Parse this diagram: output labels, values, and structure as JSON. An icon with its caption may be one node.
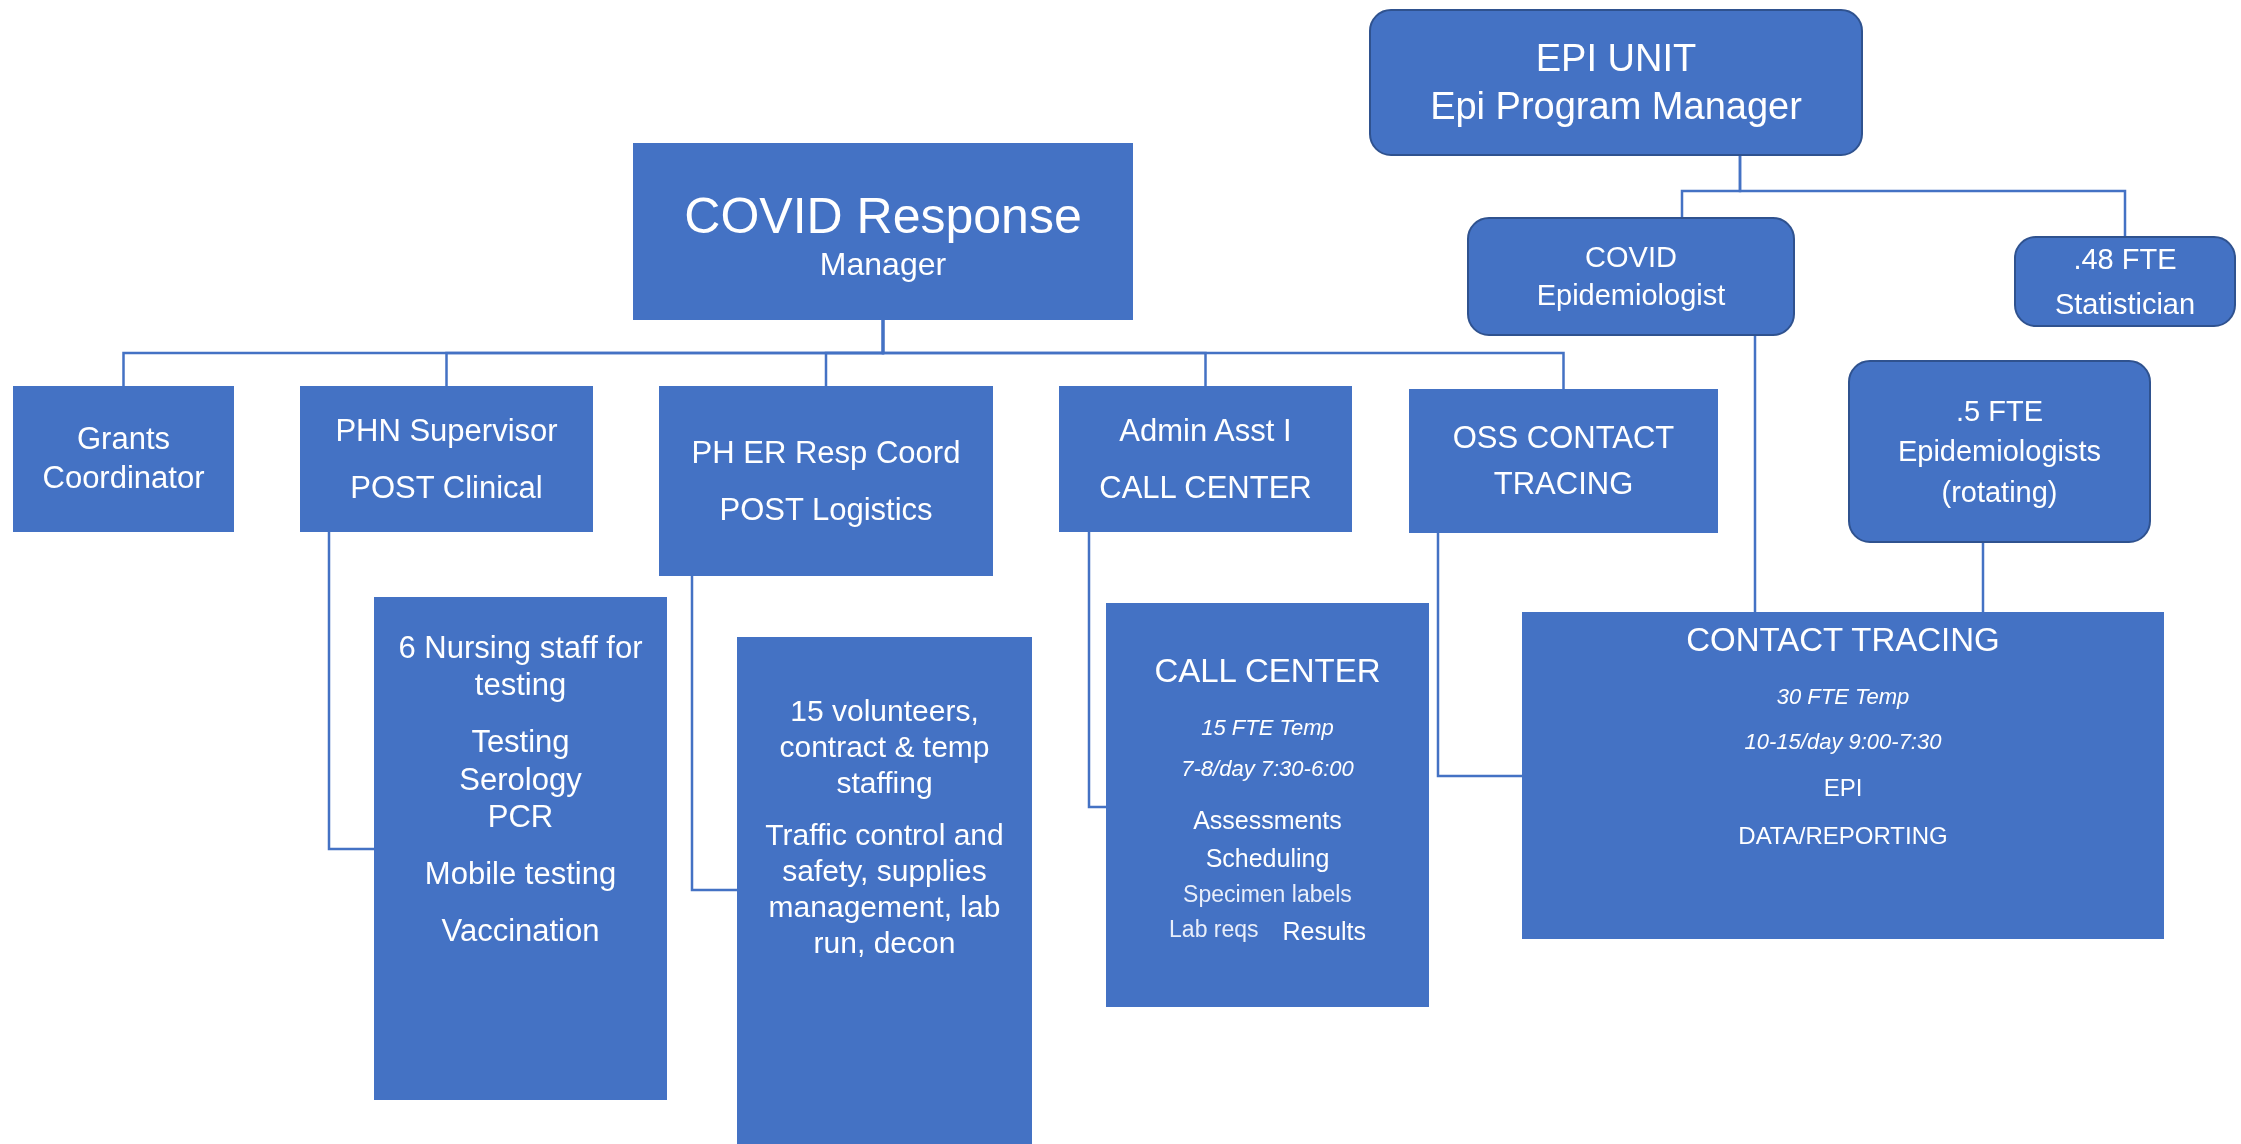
{
  "diagram": {
    "nodes": [
      {
        "text": [
          "COVID Response",
          "Manager"
        ]
      },
      {
        "text": [
          "Grants Coordinator"
        ]
      },
      {
        "text": [
          "PHN Supervisor",
          "POST Clinical"
        ]
      },
      {
        "text": [
          "PH ER Resp Coord",
          "POST Logistics"
        ]
      },
      {
        "text": [
          "Admin Asst I",
          "CALL CENTER"
        ]
      },
      {
        "text": [
          "OSS CONTACT TRACING"
        ]
      },
      {
        "text": [
          "6 Nursing staff for testing",
          "Testing Serology PCR",
          "Mobile testing",
          "Vaccination"
        ]
      },
      {
        "text": [
          "15 volunteers, contract & temp staffing",
          "Traffic control and safety, supplies management, lab run, decon"
        ]
      },
      {
        "text": [
          "CALL CENTER",
          "15 FTE Temp",
          "7-8/day  7:30-6:00",
          "Assessments",
          "Scheduling",
          "Specimen labels",
          "Lab reqs",
          "Results"
        ]
      },
      {
        "text": [
          "CONTACT TRACING",
          "30 FTE Temp",
          "10-15/day  9:00-7:30",
          "EPI",
          "DATA/REPORTING"
        ]
      },
      {
        "text": [
          "EPI UNIT",
          "Epi Program Manager"
        ]
      },
      {
        "text": [
          "COVID Epidemiologist"
        ]
      },
      {
        "text": [
          ".48 FTE",
          "Statistician"
        ]
      },
      {
        "text": [
          ".5 FTE Epidemiologists (rotating)"
        ]
      }
    ],
    "edges": [
      {
        "from": 0,
        "to": 1,
        "arrow": "none"
      },
      {
        "from": 0,
        "to": 2,
        "arrow": "none"
      },
      {
        "from": 0,
        "to": 3,
        "arrow": "none"
      },
      {
        "from": 0,
        "to": 4,
        "arrow": "none"
      },
      {
        "from": 0,
        "to": 5,
        "arrow": "none"
      },
      {
        "from": 2,
        "to": 6,
        "arrow": "none"
      },
      {
        "from": 3,
        "to": 7,
        "arrow": "none"
      },
      {
        "from": 4,
        "to": 8,
        "arrow": "none"
      },
      {
        "from": 5,
        "to": 9,
        "arrow": "none"
      },
      {
        "from": 10,
        "to": 11,
        "arrow": "none"
      },
      {
        "from": 10,
        "to": 12,
        "arrow": "none"
      },
      {
        "from": 11,
        "to": 9,
        "arrow": "none"
      },
      {
        "from": 13,
        "to": 9,
        "arrow": "none"
      }
    ]
  }
}
